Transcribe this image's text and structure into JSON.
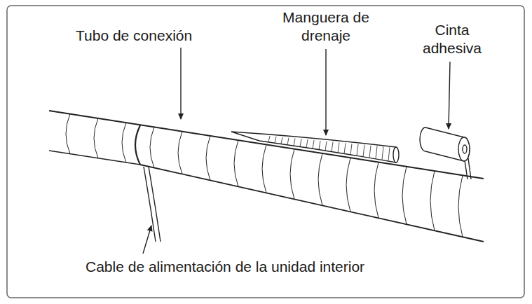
{
  "diagram": {
    "labels": [
      "Tubo de conexión",
      "Manguera de drenaje",
      "Cinta adhesiva",
      "Cable de alimentación de la unidad interior"
    ]
  }
}
